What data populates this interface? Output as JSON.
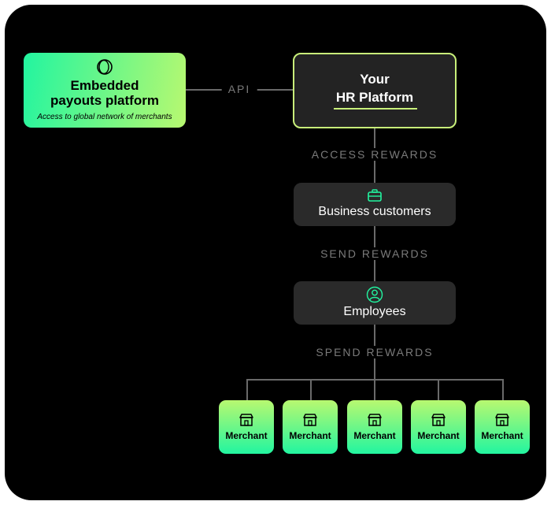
{
  "embedded": {
    "title_line1": "Embedded",
    "title_line2": "payouts platform",
    "subtitle": "Access to global network of merchants"
  },
  "api_label": "API",
  "hr": {
    "line1": "Your",
    "line2": "HR Platform"
  },
  "access_label": "ACCESS REWARDS",
  "business": {
    "label": "Business customers"
  },
  "send_label": "SEND REWARDS",
  "employees": {
    "label": "Employees"
  },
  "spend_label": "SPEND REWARDS",
  "merchants": [
    "Merchant",
    "Merchant",
    "Merchant",
    "Merchant",
    "Merchant"
  ],
  "colors": {
    "accent_green": "#22f5a0",
    "accent_lime": "#b8f870",
    "line": "#6a6a6a",
    "label": "#7a7a7a"
  }
}
